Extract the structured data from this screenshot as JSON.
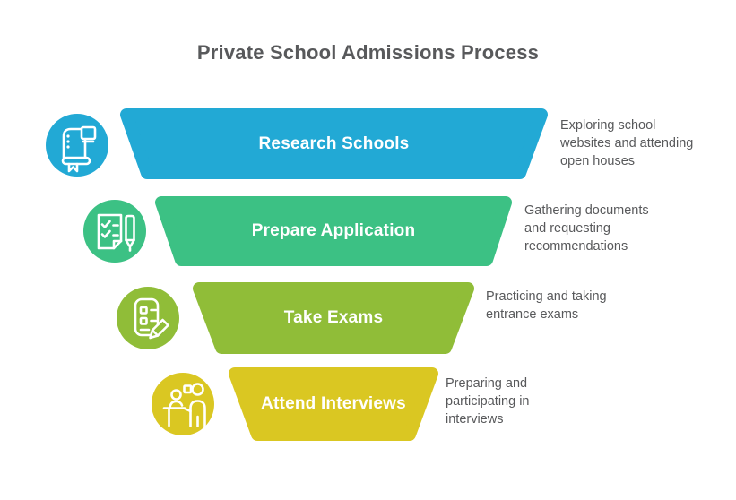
{
  "title": "Private School Admissions Process",
  "colors": {
    "text": "#58595B",
    "background": "#FFFFFF"
  },
  "steps": [
    {
      "label": "Research Schools",
      "description": "Exploring school\nwebsites and attending\nopen houses",
      "color": "#22A9D5",
      "icon": "book-icon"
    },
    {
      "label": "Prepare Application",
      "description": "Gathering documents\nand requesting\nrecommendations",
      "color": "#3CC184",
      "icon": "checklist-pen-icon"
    },
    {
      "label": "Take Exams",
      "description": "Practicing and taking\nentrance exams",
      "color": "#90BD38",
      "icon": "exam-pencil-icon"
    },
    {
      "label": "Attend Interviews",
      "description": "Preparing and\nparticipating in\ninterviews",
      "color": "#DAC722",
      "icon": "interview-people-icon"
    }
  ]
}
